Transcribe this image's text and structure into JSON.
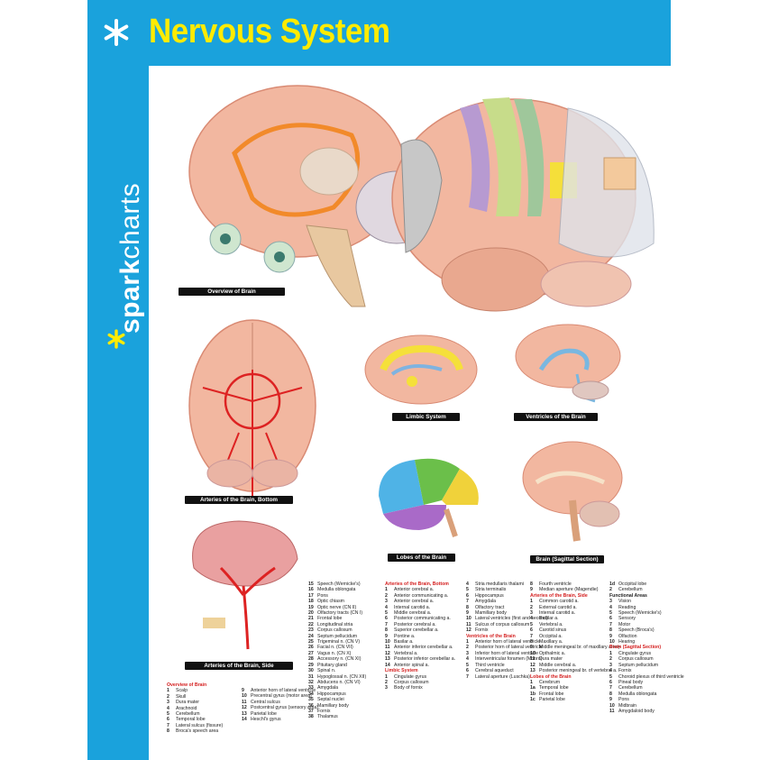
{
  "title": "Nervous System",
  "brand": {
    "bold": "spark",
    "light": "charts"
  },
  "colors": {
    "cyan": "#1aa2dc",
    "title": "#ffeb00",
    "legend_head": "#d41e1e"
  },
  "captions": {
    "overview": "Overview of Brain",
    "limbic": "Limbic System",
    "ventricles": "Ventricles of the Brain",
    "arteries_bottom": "Arteries of the Brain, Bottom",
    "lobes": "Lobes of the Brain",
    "sagittal": "Brain (Sagittal Section)",
    "arteries_side": "Arteries of the Brain, Side"
  },
  "legend": {
    "col1": [
      {
        "n": "15",
        "t": "Speech (Wernicke's)"
      },
      {
        "n": "16",
        "t": "Medulla oblongata"
      },
      {
        "n": "17",
        "t": "Pons"
      },
      {
        "n": "18",
        "t": "Optic chiasm"
      },
      {
        "n": "19",
        "t": "Optic nerve (CN II)"
      },
      {
        "n": "20",
        "t": "Olfactory tracts (CN I)"
      },
      {
        "n": "21",
        "t": "Frontal lobe"
      },
      {
        "n": "22",
        "t": "Longitudinal stria"
      },
      {
        "n": "23",
        "t": "Corpus callosum"
      },
      {
        "n": "24",
        "t": "Septum pellucidum"
      },
      {
        "n": "25",
        "t": "Trigeminal n. (CN V)"
      },
      {
        "n": "26",
        "t": "Facial n. (CN VII)"
      },
      {
        "n": "27",
        "t": "Vagus n. (CN X)"
      },
      {
        "n": "28",
        "t": "Accessory n. (CN XI)"
      },
      {
        "n": "29",
        "t": "Pituitary gland"
      },
      {
        "n": "30",
        "t": "Spinal n."
      },
      {
        "n": "31",
        "t": "Hypoglossal n. (CN XII)"
      },
      {
        "n": "32",
        "t": "Abducens n. (CN VI)"
      },
      {
        "n": "33",
        "t": "Amygdala"
      },
      {
        "n": "34",
        "t": "Hippocampus"
      },
      {
        "n": "35",
        "t": "Septal nuclei"
      },
      {
        "n": "36",
        "t": "Mamillary body"
      },
      {
        "n": "37",
        "t": "Fornix"
      },
      {
        "n": "38",
        "t": "Thalamus"
      }
    ],
    "col2_head": "Arteries of the Brain, Bottom",
    "col2": [
      {
        "n": "1",
        "t": "Anterior cerebral a."
      },
      {
        "n": "2",
        "t": "Anterior communicating a."
      },
      {
        "n": "3",
        "t": "Anterior cerebral a."
      },
      {
        "n": "4",
        "t": "Internal carotid a."
      },
      {
        "n": "5",
        "t": "Middle cerebral a."
      },
      {
        "n": "6",
        "t": "Posterior communicating a."
      },
      {
        "n": "7",
        "t": "Posterior cerebral a."
      },
      {
        "n": "8",
        "t": "Superior cerebellar a."
      },
      {
        "n": "9",
        "t": "Pontine a."
      },
      {
        "n": "10",
        "t": "Basilar a."
      },
      {
        "n": "11",
        "t": "Anterior inferior cerebellar a."
      },
      {
        "n": "12",
        "t": "Vertebral a."
      },
      {
        "n": "13",
        "t": "Posterior inferior cerebellar a."
      },
      {
        "n": "14",
        "t": "Anterior spinal a."
      }
    ],
    "col2b_head": "Limbic System",
    "col2b": [
      {
        "n": "1",
        "t": "Cingulate gyrus"
      },
      {
        "n": "2",
        "t": "Corpus callosum"
      },
      {
        "n": "3",
        "t": "Body of fornix"
      }
    ],
    "col3": [
      {
        "n": "4",
        "t": "Stria medullaris thalami"
      },
      {
        "n": "5",
        "t": "Stria terminalis"
      },
      {
        "n": "6",
        "t": "Hippocampus"
      },
      {
        "n": "7",
        "t": "Amygdala"
      },
      {
        "n": "8",
        "t": "Olfactory tract"
      },
      {
        "n": "9",
        "t": "Mamillary body"
      },
      {
        "n": "10",
        "t": "Lateral ventricles (first and second)"
      },
      {
        "n": "11",
        "t": "Sulcus of corpus callosum"
      },
      {
        "n": "12",
        "t": "Fornix"
      }
    ],
    "col3b_head": "Ventricles of the Brain",
    "col3b": [
      {
        "n": "1",
        "t": "Anterior horn of lateral ventricle"
      },
      {
        "n": "2",
        "t": "Posterior horn of lateral ventricle"
      },
      {
        "n": "3",
        "t": "Inferior horn of lateral ventricle"
      },
      {
        "n": "4",
        "t": "Interventricular foramen (Monro)"
      },
      {
        "n": "5",
        "t": "Third ventricle"
      },
      {
        "n": "6",
        "t": "Cerebral aqueduct"
      },
      {
        "n": "7",
        "t": "Lateral aperture (Luschka)"
      }
    ],
    "col4": [
      {
        "n": "8",
        "t": "Fourth ventricle"
      },
      {
        "n": "9",
        "t": "Median aperture (Magendie)"
      }
    ],
    "col4_head": "Arteries of the Brain, Side",
    "col4b": [
      {
        "n": "1",
        "t": "Common carotid a."
      },
      {
        "n": "2",
        "t": "External carotid a."
      },
      {
        "n": "3",
        "t": "Internal carotid a."
      },
      {
        "n": "4",
        "t": "Basilar a."
      },
      {
        "n": "5",
        "t": "Vertebral a."
      },
      {
        "n": "6",
        "t": "Carotid sinus"
      },
      {
        "n": "7",
        "t": "Occipital a."
      },
      {
        "n": "8",
        "t": "Maxillary a."
      },
      {
        "n": "9",
        "t": "Middle meningeal br. of maxillary artery"
      },
      {
        "n": "10",
        "t": "Opthalmic a."
      },
      {
        "n": "11",
        "t": "Dura mater"
      },
      {
        "n": "12",
        "t": "Middle cerebral a."
      },
      {
        "n": "13",
        "t": "Posterior meningeal br. of vertebral a."
      }
    ],
    "col4c_head": "Lobes of the Brain",
    "col4c": [
      {
        "n": "1",
        "t": "Cerebrum"
      },
      {
        "n": "1a",
        "t": "Temporal lobe"
      },
      {
        "n": "1b",
        "t": "Frontal lobe"
      },
      {
        "n": "1c",
        "t": "Parietal lobe"
      }
    ],
    "col5": [
      {
        "n": "1d",
        "t": "Occipital lobe"
      },
      {
        "n": "2",
        "t": "Cerebellum"
      }
    ],
    "col5_head_plain": "Functional Areas",
    "col5b": [
      {
        "n": "3",
        "t": "Vision"
      },
      {
        "n": "4",
        "t": "Reading"
      },
      {
        "n": "5",
        "t": "Speech (Wernicke's)"
      },
      {
        "n": "6",
        "t": "Sensory"
      },
      {
        "n": "7",
        "t": "Motor"
      },
      {
        "n": "8",
        "t": "Speech (Broca's)"
      },
      {
        "n": "9",
        "t": "Olfaction"
      },
      {
        "n": "10",
        "t": "Hearing"
      }
    ],
    "col5c_head": "Brain (Sagittal Section)",
    "col5c": [
      {
        "n": "1",
        "t": "Cingulate gyrus"
      },
      {
        "n": "2",
        "t": "Corpus callosum"
      },
      {
        "n": "3",
        "t": "Septum pellucidum"
      },
      {
        "n": "4",
        "t": "Fornix"
      },
      {
        "n": "5",
        "t": "Choroid plexus of third ventricle"
      },
      {
        "n": "6",
        "t": "Pineal body"
      },
      {
        "n": "7",
        "t": "Cerebellum"
      },
      {
        "n": "8",
        "t": "Medulla oblongata"
      },
      {
        "n": "9",
        "t": "Pons"
      },
      {
        "n": "10",
        "t": "Midbrain"
      },
      {
        "n": "11",
        "t": "Amygdaloid body"
      }
    ],
    "overview_head": "Overview of Brain",
    "overview_a": [
      {
        "n": "1",
        "t": "Scalp"
      },
      {
        "n": "2",
        "t": "Skull"
      },
      {
        "n": "3",
        "t": "Dura mater"
      },
      {
        "n": "4",
        "t": "Arachnoid"
      },
      {
        "n": "5",
        "t": "Cerebellum"
      },
      {
        "n": "6",
        "t": "Temporal lobe"
      },
      {
        "n": "7",
        "t": "Lateral sulcus (fissure)"
      },
      {
        "n": "8",
        "t": "Broca's speech area"
      }
    ],
    "overview_b": [
      {
        "n": "9",
        "t": "Anterior horn of lateral ventricle"
      },
      {
        "n": "10",
        "t": "Precentral gyrus (motor area)"
      },
      {
        "n": "11",
        "t": "Central sulcus"
      },
      {
        "n": "12",
        "t": "Postcentral gyrus (sensory area)"
      },
      {
        "n": "13",
        "t": "Parietal lobe"
      },
      {
        "n": "14",
        "t": "Heschl's gyrus"
      }
    ]
  }
}
